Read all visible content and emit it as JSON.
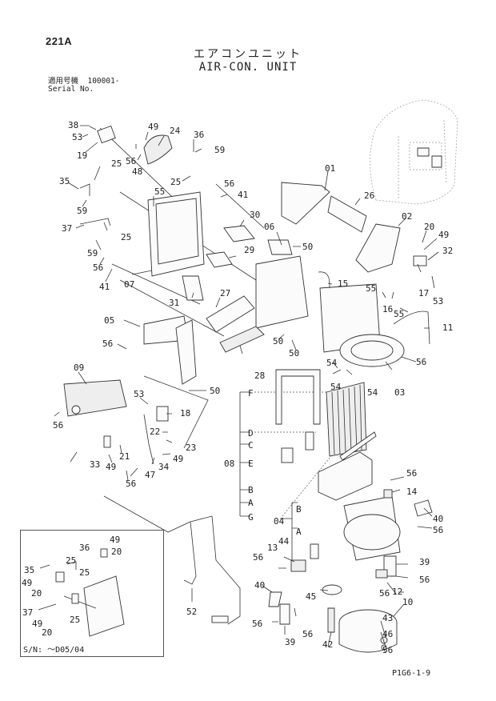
{
  "page": {
    "code": "221A",
    "title_jp": "エアコンユニット",
    "title_en": "AIR-CON. UNIT",
    "serial_label_jp": "適用号機",
    "serial_range": "100001-",
    "serial_label_en": "Serial No.",
    "figure_code": "P1G6-1-9"
  },
  "inset": {
    "serial_note": "S/N: ～D05/04",
    "callouts": [
      {
        "id": "i36",
        "text": "36"
      },
      {
        "id": "i49a",
        "text": "49"
      },
      {
        "id": "i20a",
        "text": "20"
      },
      {
        "id": "i25a",
        "text": "25"
      },
      {
        "id": "i25b",
        "text": "25"
      },
      {
        "id": "i35",
        "text": "35"
      },
      {
        "id": "i49b",
        "text": "49"
      },
      {
        "id": "i20b",
        "text": "20"
      },
      {
        "id": "i37",
        "text": "37"
      },
      {
        "id": "i25c",
        "text": "25"
      },
      {
        "id": "i49c",
        "text": "49"
      },
      {
        "id": "i20c",
        "text": "20"
      }
    ]
  },
  "callouts": [
    {
      "id": "c38",
      "text": "38"
    },
    {
      "id": "c53a",
      "text": "53"
    },
    {
      "id": "c19",
      "text": "19"
    },
    {
      "id": "c49a",
      "text": "49"
    },
    {
      "id": "c24",
      "text": "24"
    },
    {
      "id": "c56a",
      "text": "56"
    },
    {
      "id": "c48",
      "text": "48"
    },
    {
      "id": "c36",
      "text": "36"
    },
    {
      "id": "c59a",
      "text": "59"
    },
    {
      "id": "c25a",
      "text": "25"
    },
    {
      "id": "c35",
      "text": "35"
    },
    {
      "id": "c25b",
      "text": "25"
    },
    {
      "id": "c59b",
      "text": "59"
    },
    {
      "id": "c55a",
      "text": "55"
    },
    {
      "id": "c56b",
      "text": "56"
    },
    {
      "id": "c41a",
      "text": "41"
    },
    {
      "id": "c30",
      "text": "30"
    },
    {
      "id": "c37",
      "text": "37"
    },
    {
      "id": "c25c",
      "text": "25"
    },
    {
      "id": "c59c",
      "text": "59"
    },
    {
      "id": "c56c",
      "text": "56"
    },
    {
      "id": "c41b",
      "text": "41"
    },
    {
      "id": "c07",
      "text": "07"
    },
    {
      "id": "c29",
      "text": "29"
    },
    {
      "id": "c31",
      "text": "31"
    },
    {
      "id": "c06",
      "text": "06"
    },
    {
      "id": "c50a",
      "text": "50"
    },
    {
      "id": "c27",
      "text": "27"
    },
    {
      "id": "c01",
      "text": "01"
    },
    {
      "id": "c26",
      "text": "26"
    },
    {
      "id": "c02",
      "text": "02"
    },
    {
      "id": "c20",
      "text": "20"
    },
    {
      "id": "c49b",
      "text": "49"
    },
    {
      "id": "c32",
      "text": "32"
    },
    {
      "id": "c17",
      "text": "17"
    },
    {
      "id": "c53b",
      "text": "53"
    },
    {
      "id": "c15",
      "text": "15"
    },
    {
      "id": "c55b",
      "text": "55"
    },
    {
      "id": "c16",
      "text": "16"
    },
    {
      "id": "c55c",
      "text": "55"
    },
    {
      "id": "c11",
      "text": "11"
    },
    {
      "id": "c05",
      "text": "05"
    },
    {
      "id": "c56d",
      "text": "56"
    },
    {
      "id": "c50b",
      "text": "50"
    },
    {
      "id": "c50c",
      "text": "50"
    },
    {
      "id": "c28",
      "text": "28"
    },
    {
      "id": "c09",
      "text": "09"
    },
    {
      "id": "c50d",
      "text": "50"
    },
    {
      "id": "c56e",
      "text": "56"
    },
    {
      "id": "c53c",
      "text": "53"
    },
    {
      "id": "c18",
      "text": "18"
    },
    {
      "id": "c22",
      "text": "22"
    },
    {
      "id": "c23",
      "text": "23"
    },
    {
      "id": "c33",
      "text": "33"
    },
    {
      "id": "c49c",
      "text": "49"
    },
    {
      "id": "c21",
      "text": "21"
    },
    {
      "id": "c34",
      "text": "34"
    },
    {
      "id": "c49d",
      "text": "49"
    },
    {
      "id": "c47",
      "text": "47"
    },
    {
      "id": "c56f",
      "text": "56"
    },
    {
      "id": "c54a",
      "text": "54"
    },
    {
      "id": "c54b",
      "text": "54"
    },
    {
      "id": "c54c",
      "text": "54"
    },
    {
      "id": "c56g",
      "text": "56"
    },
    {
      "id": "c03",
      "text": "03"
    },
    {
      "id": "c08",
      "text": "08"
    },
    {
      "id": "c56h",
      "text": "56"
    },
    {
      "id": "c14",
      "text": "14"
    },
    {
      "id": "c40a",
      "text": "40"
    },
    {
      "id": "c56i",
      "text": "56"
    },
    {
      "id": "c04",
      "text": "04"
    },
    {
      "id": "c44",
      "text": "44"
    },
    {
      "id": "c13",
      "text": "13"
    },
    {
      "id": "c56j",
      "text": "56"
    },
    {
      "id": "c39a",
      "text": "39"
    },
    {
      "id": "c56k",
      "text": "56"
    },
    {
      "id": "c12",
      "text": "12"
    },
    {
      "id": "c56l",
      "text": "56"
    },
    {
      "id": "c40b",
      "text": "40"
    },
    {
      "id": "c45",
      "text": "45"
    },
    {
      "id": "c10",
      "text": "10"
    },
    {
      "id": "c56m",
      "text": "56"
    },
    {
      "id": "c56n",
      "text": "56"
    },
    {
      "id": "c39b",
      "text": "39"
    },
    {
      "id": "c42",
      "text": "42"
    },
    {
      "id": "c43",
      "text": "43"
    },
    {
      "id": "c46",
      "text": "46"
    },
    {
      "id": "c56o",
      "text": "56"
    },
    {
      "id": "c52",
      "text": "52"
    }
  ],
  "sub_letters": {
    "assy08": [
      "F",
      "D",
      "C",
      "E",
      "B",
      "A",
      "G"
    ],
    "assy04": [
      "B",
      "A"
    ]
  }
}
